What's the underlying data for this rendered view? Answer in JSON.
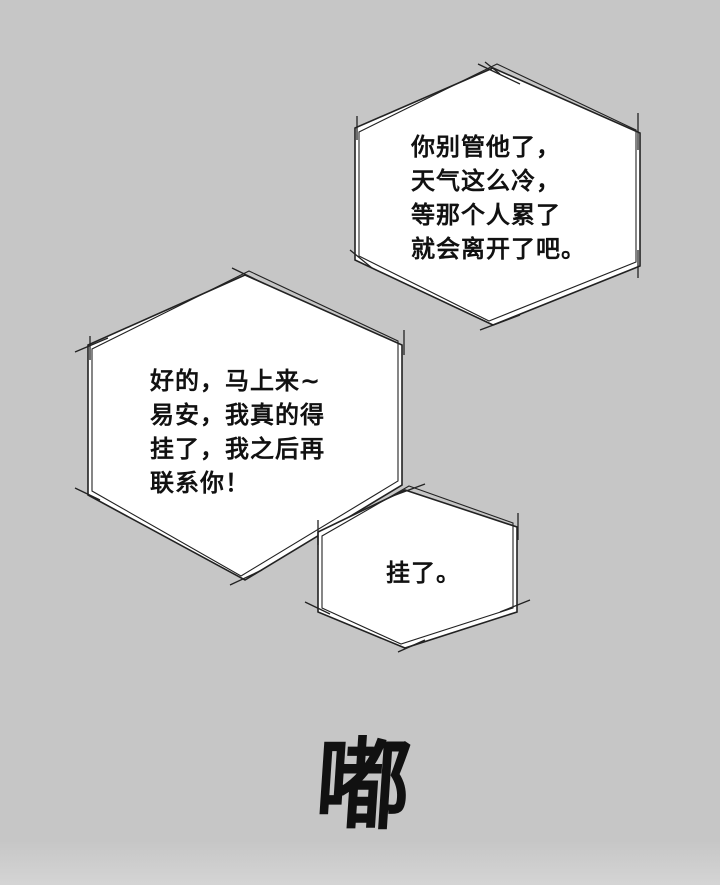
{
  "page": {
    "background_color": "#c6c6c6",
    "bubble_fill": "#ffffff",
    "bubble_stroke": "#222222"
  },
  "bubble_top": {
    "lines": [
      "你别管他了，",
      "天气这么冷，",
      "等那个人累了",
      "就会离开了吧。"
    ]
  },
  "bubble_middle": {
    "lines": [
      "好的，马上来~",
      "易安，我真的得",
      "挂了，我之后再",
      "联系你！"
    ]
  },
  "bubble_small": {
    "lines": [
      "挂了。"
    ]
  },
  "sound_effect": {
    "text": "嘟"
  }
}
